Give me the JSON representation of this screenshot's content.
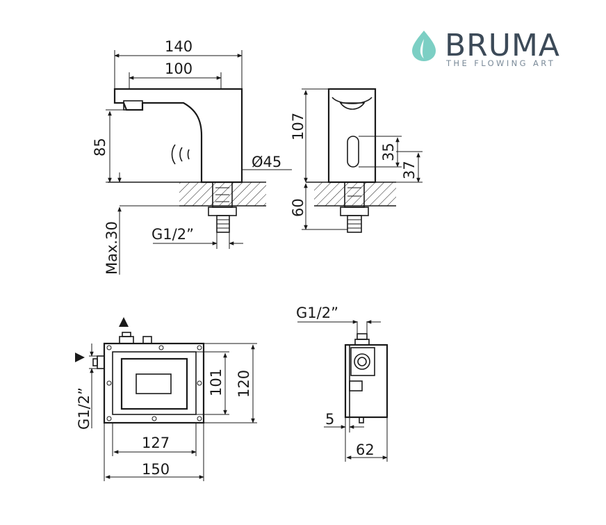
{
  "brand": {
    "name": "BRUMA",
    "tagline": "THE FLOWING ART",
    "accent_color": "#7ccfc4",
    "text_color": "#3c4a58"
  },
  "dimensions": {
    "overall_width": "140",
    "spout_reach": "100",
    "spout_height": "85",
    "base_diameter": "Ø45",
    "max_deck": "Max.30",
    "inlet_thread_top": "G1/2”",
    "body_height": "107",
    "sensor_window": "35",
    "sensor_height": "37",
    "shank_length": "60",
    "inlet_thread_side": "G1/2”",
    "box_thread_left": "G1/2”",
    "box_inner_height": "101",
    "box_outer_height": "120",
    "box_inner_width": "127",
    "box_outer_width": "150",
    "box_depth": "62",
    "box_offset": "5"
  }
}
